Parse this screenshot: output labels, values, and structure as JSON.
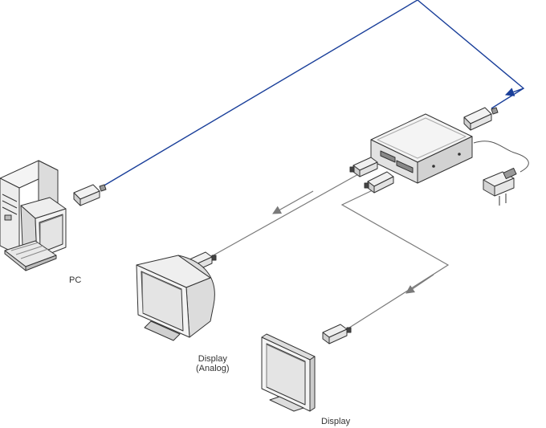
{
  "labels": {
    "pc": "PC",
    "display_analog_line1": "Display",
    "display_analog_line2": "(Analog)",
    "display_digital": "Display"
  },
  "colors": {
    "usb_cable": "#1a3f9a",
    "video_cable": "#7a7a7a",
    "device_stroke": "#333333",
    "screen_fill": "#e4e4e4"
  },
  "icons": {
    "computer": "pc-tower-icon",
    "crt_monitor": "crt-monitor-icon",
    "lcd_monitor": "lcd-monitor-icon",
    "splitter": "splitter-box-icon",
    "power": "power-adapter-icon"
  }
}
